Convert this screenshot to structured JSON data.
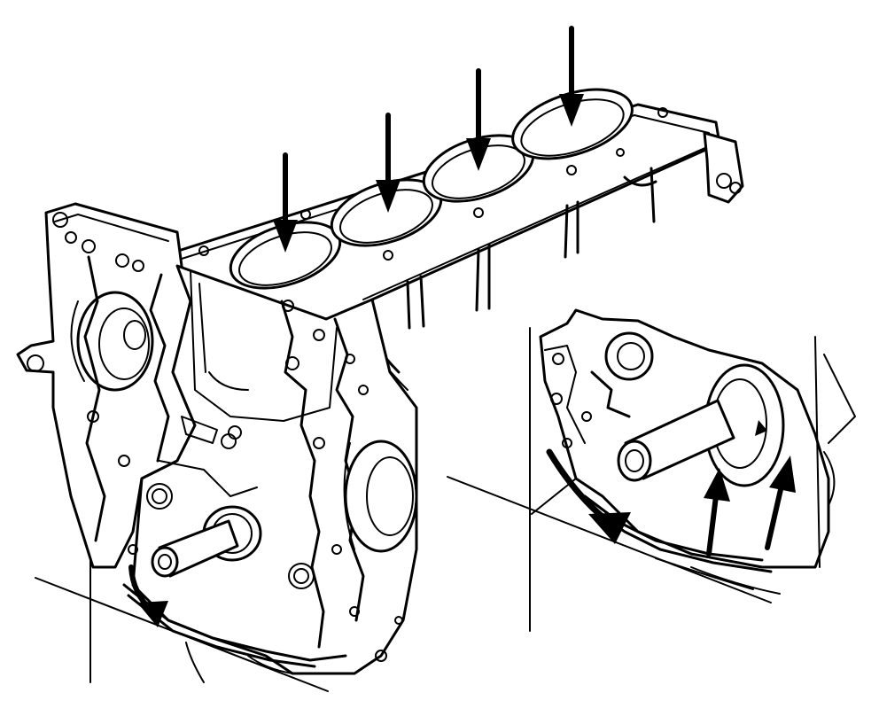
{
  "diagram": {
    "line_color": "#000000",
    "background": "#ffffff",
    "main_view": {
      "cylinder_bore_arrows": 4,
      "shaft_arrows": 1
    },
    "detail_view": {
      "rotation_arrows": 1,
      "upward_arrows": 2
    }
  }
}
